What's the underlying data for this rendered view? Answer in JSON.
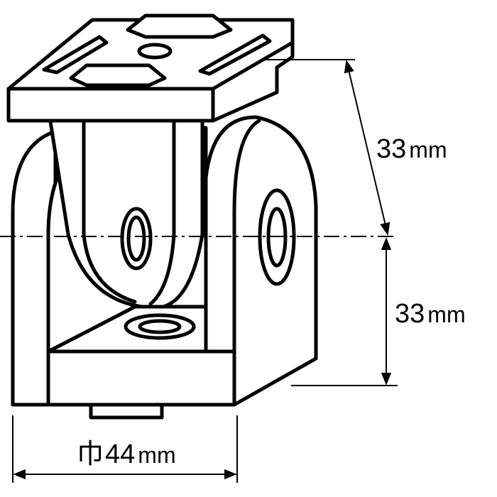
{
  "figure": {
    "colors": {
      "stroke": "#000000",
      "fill": "#ffffff",
      "bg": "#ffffff"
    },
    "dimensions": {
      "upper": {
        "value": "33",
        "unit": "mm"
      },
      "lower": {
        "value": "33",
        "unit": "mm"
      },
      "width": {
        "prefix": "巾",
        "value": "44",
        "unit": "mm"
      }
    }
  }
}
